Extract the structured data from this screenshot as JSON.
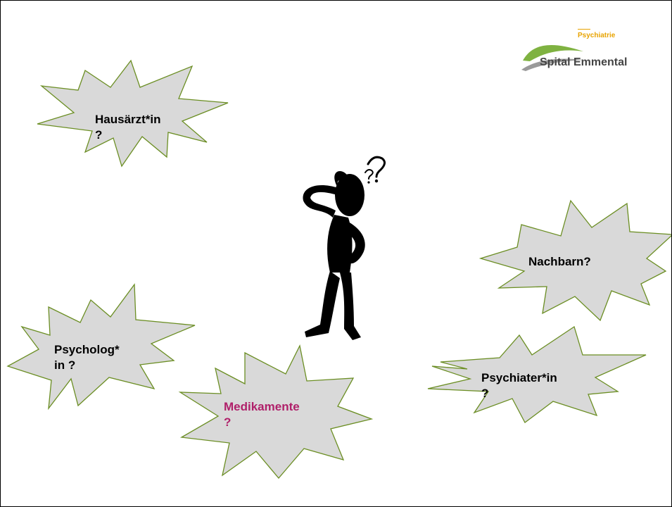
{
  "logo": {
    "subtitle": "Psychiatrie",
    "name": "Spital Emmental",
    "accent_color": "#e8a300",
    "hill_color": "#7fb241"
  },
  "figure": {
    "icon": "thinking-person-icon",
    "question_marks": "?"
  },
  "bursts": [
    {
      "id": "hausarzt",
      "text": "Hausärzt*in\n?",
      "color": "#000000"
    },
    {
      "id": "nachbarn",
      "text": "Nachbarn?",
      "color": "#000000"
    },
    {
      "id": "psychologin",
      "text": "Psycholog*\nin ?",
      "color": "#000000"
    },
    {
      "id": "medikamente",
      "text": "Medikamente\n?",
      "color": "#b0206a"
    },
    {
      "id": "psychiater",
      "text": "Psychiater*in\n?",
      "color": "#000000"
    }
  ],
  "colors": {
    "burst_fill": "#d9d9d9",
    "burst_stroke": "#6b8e23",
    "figure": "#000000"
  }
}
